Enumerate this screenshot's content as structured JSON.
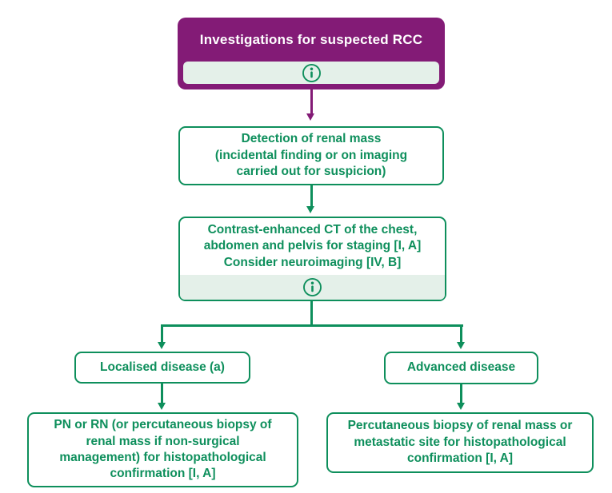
{
  "palette": {
    "purple": "#831b76",
    "green": "#0e8f5c",
    "light_green": "#e4f0e9",
    "white": "#ffffff"
  },
  "icons": {
    "info": "ⓘ"
  },
  "flowchart": {
    "header": {
      "title": "Investigations for suspected RCC"
    },
    "nodes": {
      "detection": {
        "lines": [
          "Detection of renal mass",
          "(incidental finding or on imaging",
          "carried out for suspicion)"
        ]
      },
      "ct_staging": {
        "lines": [
          "Contrast-enhanced CT of the chest,",
          "abdomen and pelvis for staging [I, A]",
          "Consider neuroimaging [IV, B]"
        ]
      },
      "localised": {
        "label": "Localised disease (a)"
      },
      "advanced": {
        "label": "Advanced disease"
      },
      "localised_action": {
        "lines": [
          "PN or RN (or percutaneous biopsy of",
          "renal mass if non-surgical",
          "management) for histopathological",
          "confirmation [I, A]"
        ]
      },
      "advanced_action": {
        "lines": [
          "Percutaneous biopsy of renal mass or",
          "metastatic site for histopathological",
          "confirmation [I, A]"
        ]
      }
    }
  }
}
